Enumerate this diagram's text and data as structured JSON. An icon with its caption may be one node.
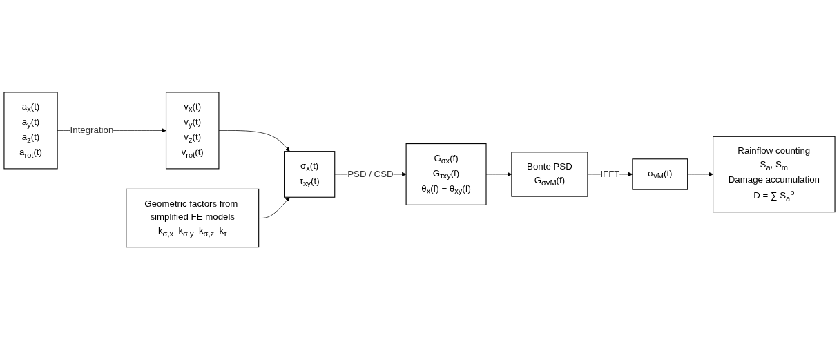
{
  "diagram": {
    "nodes": [
      {
        "text": [
          "Geometric factors from simplified FE models",
          "k$_{σ,x}$  k$_{σ,y}$  k$_{σ,z}$  k$_{τ}$"
        ]
      },
      {
        "text": [
          "a$_{x}$(t)",
          "a$_{y}$(t)",
          "a$_{z}$(t)",
          "a$_{rot}$(t)"
        ]
      },
      {
        "text": [
          "v$_{x}$(t)",
          "v$_{y}$(t)",
          "v$_{z}$(t)",
          "v$_{rot}$(t)"
        ]
      },
      {
        "text": [
          "σ$_{x}$(t)",
          "τ$_{xy}$(t)"
        ]
      },
      {
        "text": [
          "Bonte PSD",
          "G$_{σvM}$(f)"
        ]
      },
      {
        "text": [
          "G$_{σx}$(f)",
          "G$_{τxy}$(f)",
          "θ$_{x}$(f) − θ$_{xy}$(f)"
        ]
      },
      {
        "text": [
          "σ$_{vM}$(t)"
        ]
      },
      {
        "text": [
          "Rainflow counting",
          "S$_{a}$, S$_{m}$",
          "Damage accumulation",
          "D = ∑ S$_{a}$$^{b}$"
        ]
      }
    ],
    "edges": [
      {
        "from": 1,
        "to": 2,
        "arrow": "to",
        "label": "Integration"
      },
      {
        "from": 2,
        "to": 3,
        "arrow": "to"
      },
      {
        "from": 0,
        "to": 3,
        "arrow": "to"
      },
      {
        "from": 3,
        "to": 5,
        "arrow": "to",
        "label": "PSD / CSD"
      },
      {
        "from": 5,
        "to": 4,
        "arrow": "to"
      },
      {
        "from": 4,
        "to": 6,
        "arrow": "to",
        "label": "IFFT"
      },
      {
        "from": 6,
        "to": 7,
        "arrow": "to"
      }
    ]
  }
}
